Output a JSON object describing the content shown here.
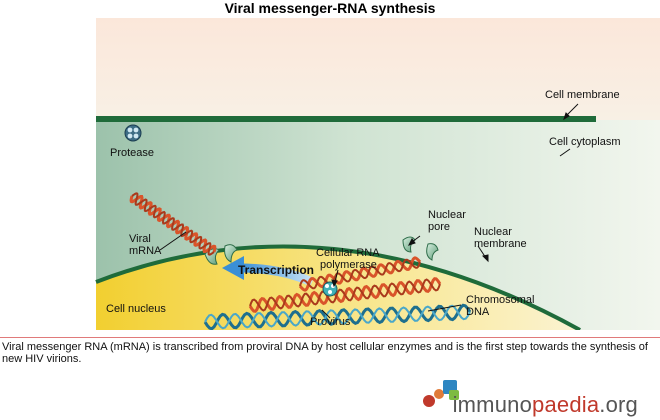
{
  "title": "Viral messenger-RNA synthesis",
  "labels": {
    "cell_membrane": "Cell membrane",
    "cell_cytoplasm": "Cell cytoplasm",
    "protease": "Protease",
    "viral_mrna_line1": "Viral",
    "viral_mrna_line2": "mRNA",
    "nuclear_pore_line1": "Nuclear",
    "nuclear_pore_line2": "pore",
    "nuclear_membrane_line1": "Nuclear",
    "nuclear_membrane_line2": "membrane",
    "transcription": "Transcription",
    "cellular_rna_line1": "Cellular RNA",
    "cellular_rna_line2": "polymerase",
    "cell_nucleus": "Cell nucleus",
    "chromosomal_line1": "Chromosomal",
    "chromosomal_line2": "DNA",
    "provirus": "Provirus"
  },
  "caption": "Viral messenger RNA (mRNA) is transcribed from proviral DNA by host cellular enzymes and is the first step towards the synthesis of new HIV virions.",
  "brand": {
    "part1": "immuno",
    "part2": "paedia",
    "part3": ".org"
  },
  "colors": {
    "membrane": "#1f6b3a",
    "rna": "#d9542a",
    "dna": "#1e6f8e",
    "nucleus": "#f4d84a",
    "brand_accent": "#c0392b"
  }
}
